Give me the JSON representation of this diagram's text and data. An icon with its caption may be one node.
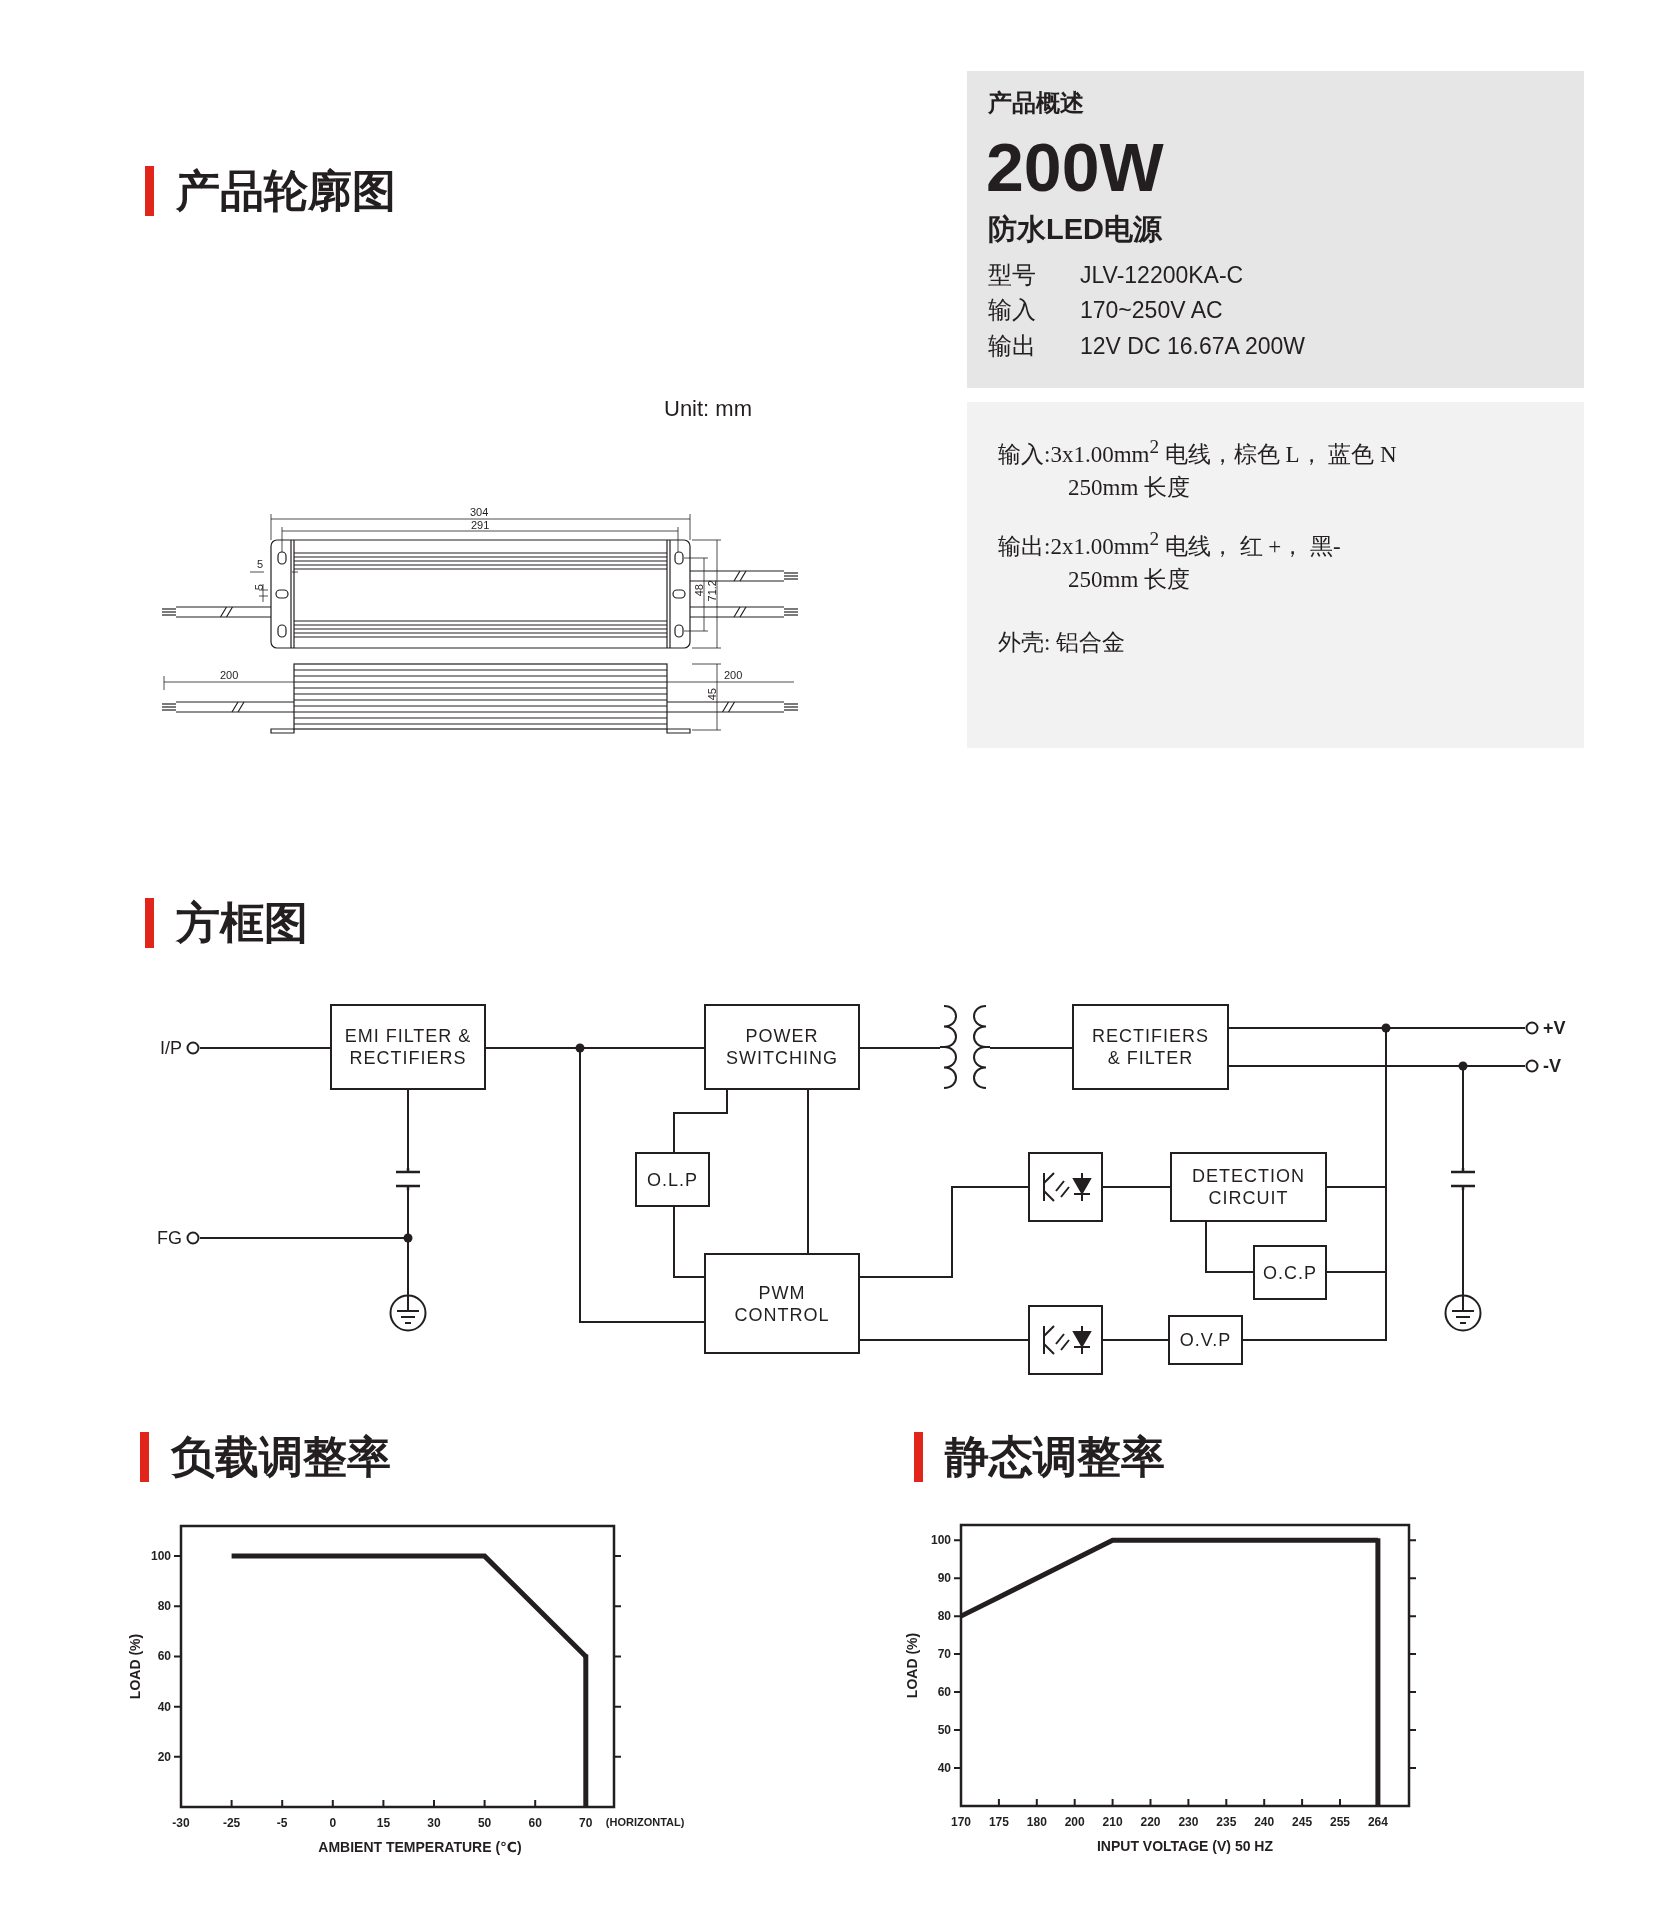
{
  "diagram": {
    "nodes": [
      {
        "text": [
          "产品概述",
          "200W",
          "防水LED电源",
          "型号",
          "JLV-12200KA-C",
          "输入",
          "170~250V AC",
          "输出",
          "12V DC 16.67A 200W"
        ]
      },
      {
        "text": [
          "输入:3x1.00mm$^{2}$ 电线，棕色 L， 蓝色 N 250mm 长度",
          "输出:2x1.00mm$^{2}$ 电线， 红 +， 黑- 250mm 长度",
          "外壳: 铝合金"
        ]
      },
      {
        "text": [
          "I/P"
        ]
      },
      {
        "text": [
          "EMI FILTER & RECTIFIERS"
        ]
      },
      {
        "text": [],
        "shape": "capacitor"
      },
      {
        "text": [
          "FG"
        ]
      },
      {
        "text": [],
        "shape": "ground"
      },
      {
        "text": [
          "POWER SWITCHING"
        ]
      },
      {
        "text": [
          "O.L.P"
        ]
      },
      {
        "text": [
          "PWM CONTROL"
        ]
      },
      {
        "text": [],
        "shape": "transformer"
      },
      {
        "text": [
          "RECTIFIERS & FILTER"
        ]
      },
      {
        "text": [
          "+V"
        ]
      },
      {
        "text": [
          "-V"
        ]
      },
      {
        "text": [],
        "shape": "optocoupler"
      },
      {
        "text": [
          "DETECTION CIRCUIT"
        ]
      },
      {
        "text": [
          "O.C.P"
        ]
      },
      {
        "text": [],
        "shape": "optocoupler"
      },
      {
        "text": [
          "O.V.P"
        ]
      },
      {
        "text": [],
        "shape": "capacitor"
      },
      {
        "text": [],
        "shape": "ground"
      }
    ],
    "edges": [
      {
        "from": 2,
        "to": 3,
        "arrow": "none"
      },
      {
        "from": 3,
        "to": 7,
        "arrow": "none"
      },
      {
        "from": 3,
        "to": 9,
        "arrow": "none"
      },
      {
        "from": 3,
        "to": 4,
        "arrow": "none"
      },
      {
        "from": 4,
        "to": 6,
        "arrow": "none"
      },
      {
        "from": 5,
        "to": 6,
        "arrow": "none"
      },
      {
        "from": 7,
        "to": 10,
        "arrow": "none"
      },
      {
        "from": 10,
        "to": 11,
        "arrow": "none"
      },
      {
        "from": 7,
        "to": 8,
        "arrow": "none"
      },
      {
        "from": 8,
        "to": 9,
        "arrow": "none"
      },
      {
        "from": 7,
        "to": 9,
        "arrow": "none"
      },
      {
        "from": 9,
        "to": 14,
        "arrow": "none"
      },
      {
        "from": 9,
        "to": 17,
        "arrow": "none"
      },
      {
        "from": 14,
        "to": 15,
        "arrow": "none"
      },
      {
        "from": 15,
        "to": 16,
        "arrow": "none"
      },
      {
        "from": 11,
        "to": 12,
        "arrow": "none"
      },
      {
        "from": 11,
        "to": 13,
        "arrow": "none"
      },
      {
        "from": 11,
        "to": 15,
        "arrow": "none"
      },
      {
        "from": 11,
        "to": 16,
        "arrow": "none"
      },
      {
        "from": 11,
        "to": 18,
        "arrow": "none"
      },
      {
        "from": 17,
        "to": 18,
        "arrow": "none"
      },
      {
        "from": 11,
        "to": 19,
        "arrow": "none"
      },
      {
        "from": 19,
        "to": 20,
        "arrow": "none"
      }
    ],
    "labels": [
      "产品轮廓图",
      "Unit: mm",
      "304",
      "291",
      "5",
      "5",
      "48",
      "71.2",
      "200",
      "200",
      "45",
      "方框图",
      "负载调整率",
      "静态调整率"
    ],
    "chart_data": [
      {
        "type": "line",
        "xlabel": "AMBIENT TEMPERATURE (℃)",
        "ylabel": "LOAD (%)",
        "categories": [
          "-30",
          "-25",
          "-5",
          "0",
          "15",
          "30",
          "50",
          "60",
          "70"
        ],
        "series": [
          {
            "color": "#231f20",
            "values": [
              null,
              100,
              100,
              100,
              100,
              100,
              100,
              80,
              60
            ]
          }
        ],
        "ylim": [
          0,
          112
        ],
        "yticks": [
          20,
          40,
          60,
          80,
          100
        ],
        "ref_lines": [
          {
            "axis": "x",
            "value": "70"
          }
        ],
        "annotations": [
          "(HORIZONTAL)"
        ]
      },
      {
        "type": "line",
        "xlabel": "INPUT VOLTAGE (V) 50 HZ",
        "ylabel": "LOAD (%)",
        "categories": [
          "170",
          "175",
          "180",
          "200",
          "210",
          "220",
          "230",
          "235",
          "240",
          "245",
          "255",
          "264"
        ],
        "series": [
          {
            "color": "#231f20",
            "values": [
              80,
              85,
              90,
              95,
              100,
              100,
              100,
              100,
              100,
              100,
              100,
              100
            ]
          }
        ],
        "ylim": [
          30,
          104
        ],
        "yticks": [
          40,
          50,
          60,
          70,
          80,
          90,
          100
        ],
        "ref_lines": [
          {
            "axis": "x",
            "value": "264"
          }
        ]
      }
    ]
  }
}
